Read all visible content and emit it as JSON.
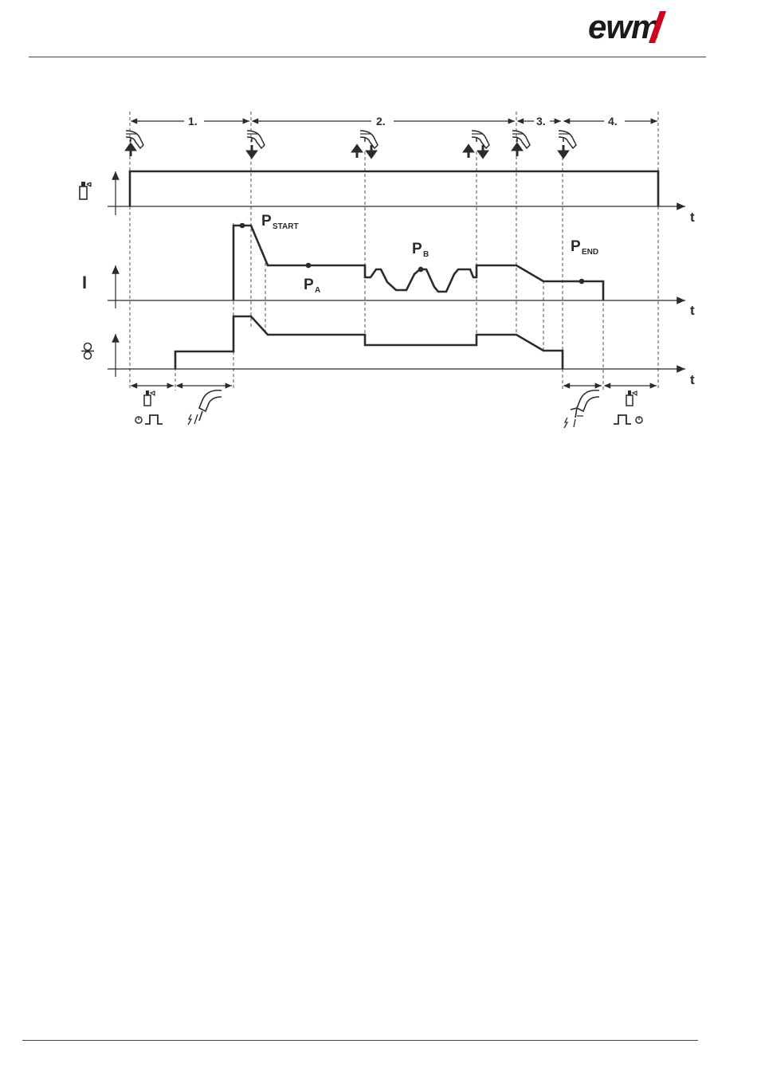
{
  "brand": {
    "logo_text": "ewm",
    "accent_color": "#d0021b",
    "text_color": "#1a1a1a"
  },
  "diagram": {
    "phases": [
      "1.",
      "2.",
      "3.",
      "4."
    ],
    "time_axis_label": "t",
    "current_axis_label": "I",
    "gas_axis_icon": "gas-cylinder-icon",
    "wire_axis_icon": "wire-feed-rolls-icon",
    "points": {
      "start": {
        "main": "P",
        "sub": "START"
      },
      "a": {
        "main": "P",
        "sub": "A"
      },
      "b": {
        "main": "P",
        "sub": "B"
      },
      "end": {
        "main": "P",
        "sub": "END"
      }
    },
    "trigger_icons": [
      "torch-trigger-press-icon",
      "torch-trigger-release-icon",
      "torch-trigger-tap-icon"
    ],
    "bottom_icons": [
      "gas-preflow-icon",
      "arc-ignition-torch-icon",
      "arc-end-torch-icon",
      "gas-postflow-icon"
    ]
  }
}
